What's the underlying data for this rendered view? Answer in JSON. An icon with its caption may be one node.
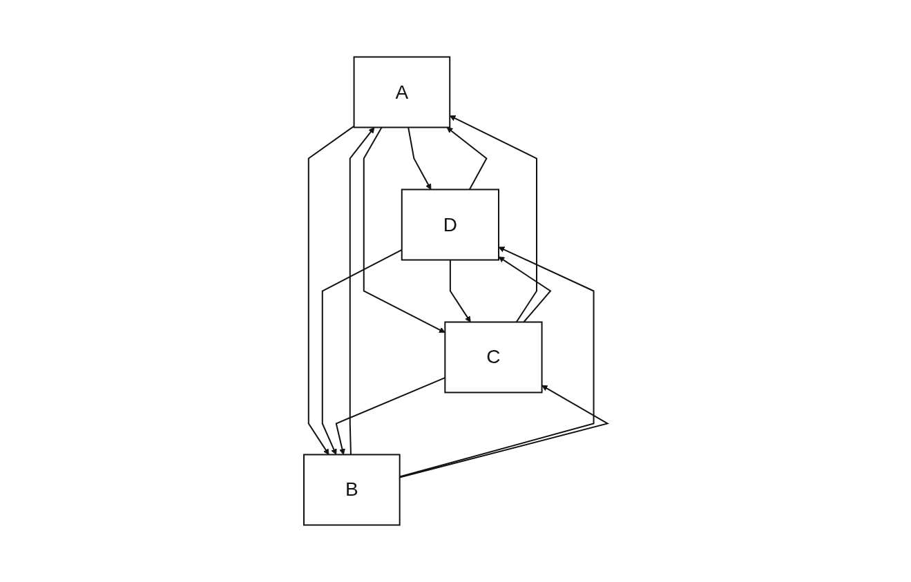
{
  "diagram": {
    "nodes": [
      {
        "text": [
          "A"
        ]
      },
      {
        "text": [
          "D"
        ]
      },
      {
        "text": [
          "C"
        ]
      },
      {
        "text": [
          "B"
        ]
      }
    ],
    "edges": [
      {
        "from": 0,
        "to": 1,
        "arrow": "to"
      },
      {
        "from": 1,
        "to": 0,
        "arrow": "to"
      },
      {
        "from": 0,
        "to": 2,
        "arrow": "to"
      },
      {
        "from": 2,
        "to": 0,
        "arrow": "to"
      },
      {
        "from": 0,
        "to": 3,
        "arrow": "to"
      },
      {
        "from": 3,
        "to": 0,
        "arrow": "to"
      },
      {
        "from": 1,
        "to": 2,
        "arrow": "to"
      },
      {
        "from": 2,
        "to": 1,
        "arrow": "to"
      },
      {
        "from": 1,
        "to": 3,
        "arrow": "to"
      },
      {
        "from": 3,
        "to": 1,
        "arrow": "to"
      },
      {
        "from": 2,
        "to": 3,
        "arrow": "to"
      },
      {
        "from": 3,
        "to": 2,
        "arrow": "to"
      }
    ]
  }
}
